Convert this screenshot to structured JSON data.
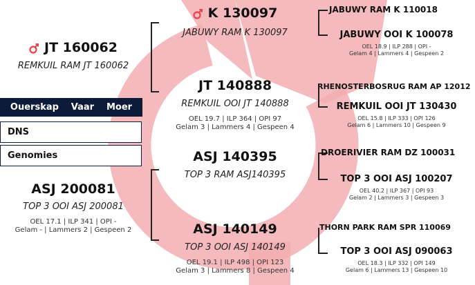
{
  "colors": {
    "accent_red": "#e8434b",
    "nav_bg": "#0d1b3a",
    "watermark_pink": "#f2aeb1"
  },
  "icons": {
    "ram_icon": "red-male-symbol-icon"
  },
  "subject": {
    "name": "JT 160062",
    "desc": "REMKUIL RAM JT 160062"
  },
  "tabs": [
    "Ouerskap",
    "Vaar",
    "Moer"
  ],
  "buttons": {
    "dns": "DNS",
    "genomies": "Genomies"
  },
  "dam": {
    "name": "ASJ 200081",
    "desc": "TOP 3 OOI ASJ 200081",
    "stats1": "OEL 17.1 | ILP 341 | OPI -",
    "stats2": "Gelam - | Lammers 2 | Gespeen 2"
  },
  "sire": {
    "name": "K 130097",
    "desc": "JABUWY RAM K 130097"
  },
  "sire_dam": {
    "name": "JT 140888",
    "desc": "REMKUIL OOI JT 140888",
    "stats1": "OEL 19.7 | ILP 364 | OPI 97",
    "stats2": "Gelam 3 | Lammers 4 | Gespeen 4"
  },
  "dam_sire": {
    "name": "ASJ 140395",
    "desc": "TOP 3 RAM ASJ140395"
  },
  "dam_dam": {
    "name": "ASJ 140149",
    "desc": "TOP 3 OOI ASJ 140149",
    "stats1": "OEL 19.1 | ILP 498 | OPI 123",
    "stats2": "Gelam 3 | Lammers 8 | Gespeen 4"
  },
  "gen3": [
    {
      "name": "JABUWY RAM K 110018"
    },
    {
      "name": "JABUWY OOI K 100078",
      "stats1": "OEL 18.9 | ILP 288 | OPI -",
      "stats2": "Gelam 4 | Lammers 4 | Gespeen 2"
    },
    {
      "name": "RHENOSTERBOSRUG RAM AP 12012"
    },
    {
      "name": "REMKUIL OOI JT 130430",
      "stats1": "OEL 15.8 | ILP 333 | OPI 126",
      "stats2": "Gelam 6 | Lammers 10 | Gespeen 9"
    },
    {
      "name": "DROERIVIER RAM DZ 100031"
    },
    {
      "name": "TOP 3 OOI ASJ 100207",
      "stats1": "OEL 40.2 | ILP 367 | OPI 93",
      "stats2": "Gelam 2 | Lammers 3 | Gespeen 3"
    },
    {
      "name": "THORN PARK RAM SPR 110069"
    },
    {
      "name": "TOP 3 OOI ASJ 090063",
      "stats1": "OEL 18.3 | ILP 332 | OPI 149",
      "stats2": "Gelam 6 | Lammers 13 | Gespeen 10"
    }
  ]
}
